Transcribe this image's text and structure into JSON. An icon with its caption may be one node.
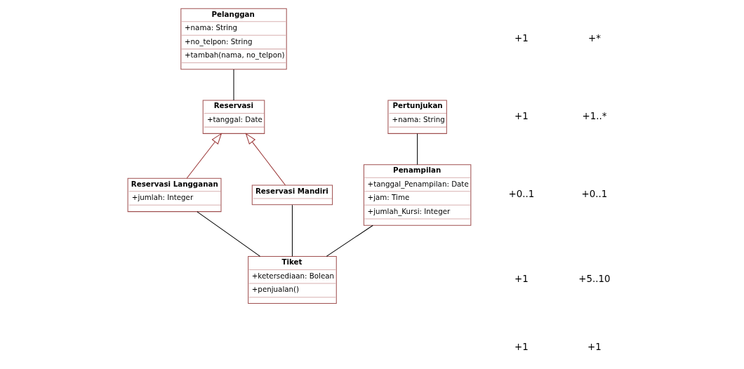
{
  "diagram": {
    "nodes": [
      {
        "text": [
          "Pelanggan",
          "+nama: String",
          "+no_telpon: String",
          "+tambah(nama, no_telpon)"
        ]
      },
      {
        "text": [
          "Reservasi",
          "+tanggal: Date"
        ]
      },
      {
        "text": [
          "Pertunjukan",
          "+nama: String"
        ]
      },
      {
        "text": [
          "Penampilan",
          "+tanggal_Penampilan: Date",
          "+jam: Time",
          "+jumlah_Kursi: Integer"
        ]
      },
      {
        "text": [
          "Reservasi Langganan",
          "+jumlah: Integer"
        ]
      },
      {
        "text": [
          "Reservasi Mandiri"
        ]
      },
      {
        "text": [
          "Tiket",
          "+ketersediaan: Bolean",
          "+penjualan()"
        ]
      }
    ],
    "edges": [
      {
        "from": 0,
        "to": 1,
        "arrow": "none"
      },
      {
        "from": 4,
        "to": 1,
        "arrow": "to",
        "color": "#993333"
      },
      {
        "from": 5,
        "to": 1,
        "arrow": "to",
        "color": "#993333"
      },
      {
        "from": 2,
        "to": 3,
        "arrow": "none"
      },
      {
        "from": 4,
        "to": 6,
        "arrow": "none"
      },
      {
        "from": 5,
        "to": 6,
        "arrow": "none"
      },
      {
        "from": 3,
        "to": 6,
        "arrow": "none"
      }
    ],
    "labels": [
      "+1",
      "+*",
      "+1",
      "+1..*",
      "+0..1",
      "+0..1",
      "+1",
      "+5..10",
      "+1",
      "+1"
    ]
  }
}
